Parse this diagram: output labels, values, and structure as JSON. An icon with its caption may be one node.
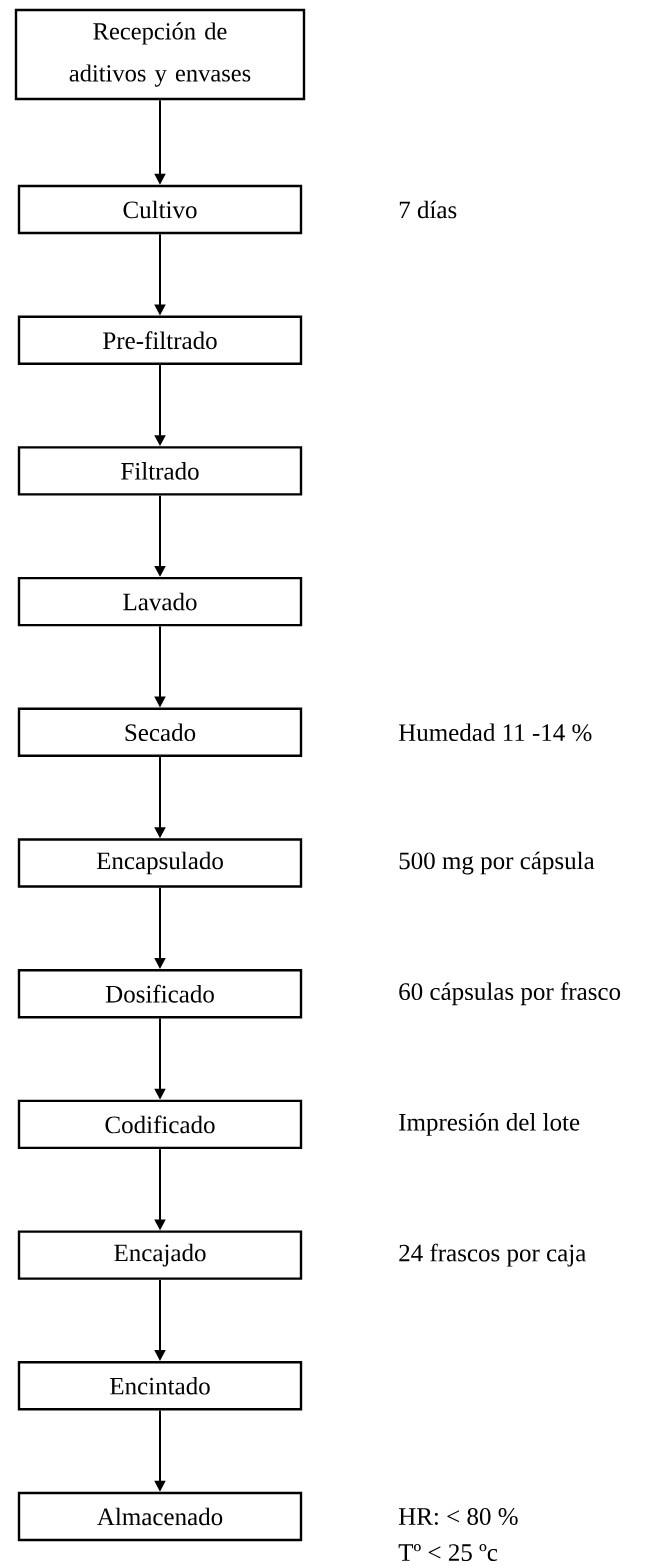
{
  "diagram": {
    "nodes": [
      {
        "text": [
          "Recepción de aditivos y envases"
        ]
      },
      {
        "text": [
          "Cultivo"
        ],
        "beside": [
          "7 días"
        ]
      },
      {
        "text": [
          "Pre-filtrado"
        ]
      },
      {
        "text": [
          "Filtrado"
        ]
      },
      {
        "text": [
          "Lavado"
        ]
      },
      {
        "text": [
          "Secado"
        ],
        "beside": [
          "Humedad  11 -14 %"
        ]
      },
      {
        "text": [
          "Encapsulado"
        ],
        "beside": [
          "500 mg por cápsula"
        ]
      },
      {
        "text": [
          "Dosificado"
        ],
        "beside": [
          "60 cápsulas por frasco"
        ]
      },
      {
        "text": [
          "Codificado"
        ],
        "beside": [
          "Impresión del lote"
        ]
      },
      {
        "text": [
          "Encajado"
        ],
        "beside": [
          "24 frascos por caja"
        ]
      },
      {
        "text": [
          "Encintado"
        ]
      },
      {
        "text": [
          "Almacenado"
        ],
        "beside": [
          "HR: < 80 %",
          "Tº < 25 ºc"
        ]
      }
    ],
    "edges": [
      {
        "from": 0,
        "to": 1,
        "arrow": "to"
      },
      {
        "from": 1,
        "to": 2,
        "arrow": "to"
      },
      {
        "from": 2,
        "to": 3,
        "arrow": "to"
      },
      {
        "from": 3,
        "to": 4,
        "arrow": "to"
      },
      {
        "from": 4,
        "to": 5,
        "arrow": "to"
      },
      {
        "from": 5,
        "to": 6,
        "arrow": "to"
      },
      {
        "from": 6,
        "to": 7,
        "arrow": "to"
      },
      {
        "from": 7,
        "to": 8,
        "arrow": "to"
      },
      {
        "from": 8,
        "to": 9,
        "arrow": "to"
      },
      {
        "from": 9,
        "to": 10,
        "arrow": "to"
      },
      {
        "from": 10,
        "to": 11,
        "arrow": "to"
      }
    ]
  }
}
